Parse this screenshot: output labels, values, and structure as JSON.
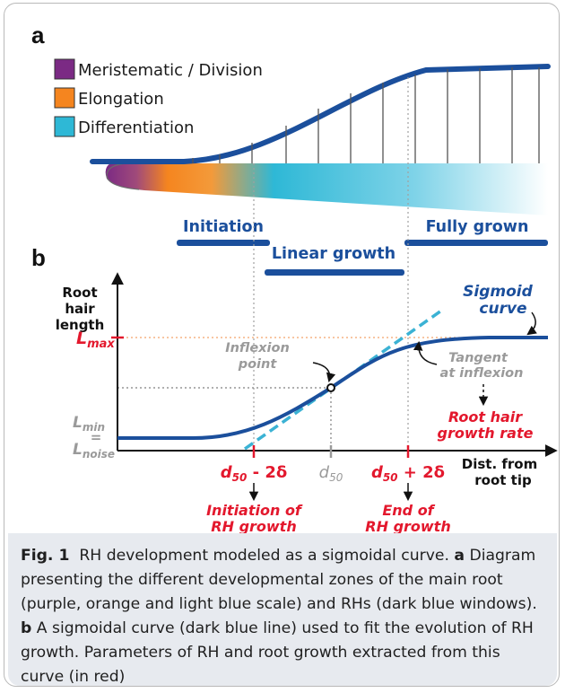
{
  "panel_a": {
    "label": "a",
    "legend": [
      {
        "label": "Meristematic / Division",
        "color": "#7b2a84"
      },
      {
        "label": "Elongation",
        "color": "#f5851f"
      },
      {
        "label": "Differentiation",
        "color": "#2eb8d6"
      }
    ],
    "phases": [
      {
        "label": "Initiation"
      },
      {
        "label": "Linear growth"
      },
      {
        "label": "Fully grown"
      }
    ]
  },
  "panel_b": {
    "label": "b",
    "y_axis_label": [
      "Root",
      "hair",
      "length"
    ],
    "l_max": {
      "main": "L",
      "sub": "max"
    },
    "l_min": {
      "main": "L",
      "sub": "min"
    },
    "equals": "=",
    "l_noise": {
      "main": "L",
      "sub": "noise"
    },
    "x_axis_label": [
      "Dist. from",
      "root tip"
    ],
    "sigmoid_label": [
      "Sigmoid",
      "curve"
    ],
    "inflexion_label": [
      "Inflexion",
      "point"
    ],
    "tangent_label": [
      "Tangent",
      "at inflexion"
    ],
    "rate_label": [
      "Root hair",
      "growth rate"
    ],
    "d_minus": {
      "main": "d",
      "sub": "50",
      "tail": " - 2δ"
    },
    "d_mid": {
      "main": "d",
      "sub": "50"
    },
    "d_plus": {
      "main": "d",
      "sub": "50",
      "tail": " + 2δ"
    },
    "initiation_label": [
      "Initiation of",
      "RH growth"
    ],
    "end_label": [
      "End of",
      "RH growth"
    ]
  },
  "caption": {
    "fig": "Fig. 1",
    "title": "RH development modeled as a sigmoidal curve.",
    "a_ref": "a",
    "a_text": "Diagram presenting the different developmental zones of the main root (purple, orange and light blue scale) and RHs (dark blue windows).",
    "b_ref": "b",
    "b_text": "A sigmoidal curve (dark blue line) used to fit the evolution of RH growth. Parameters of RH and root growth extracted from this curve (in red)"
  },
  "colors": {
    "dark_blue": "#1b4f9c",
    "tangent_blue": "#3bb2d4",
    "red": "#e3182d",
    "gray": "#9a9a9a",
    "orange_guide": "#f4a46a"
  }
}
